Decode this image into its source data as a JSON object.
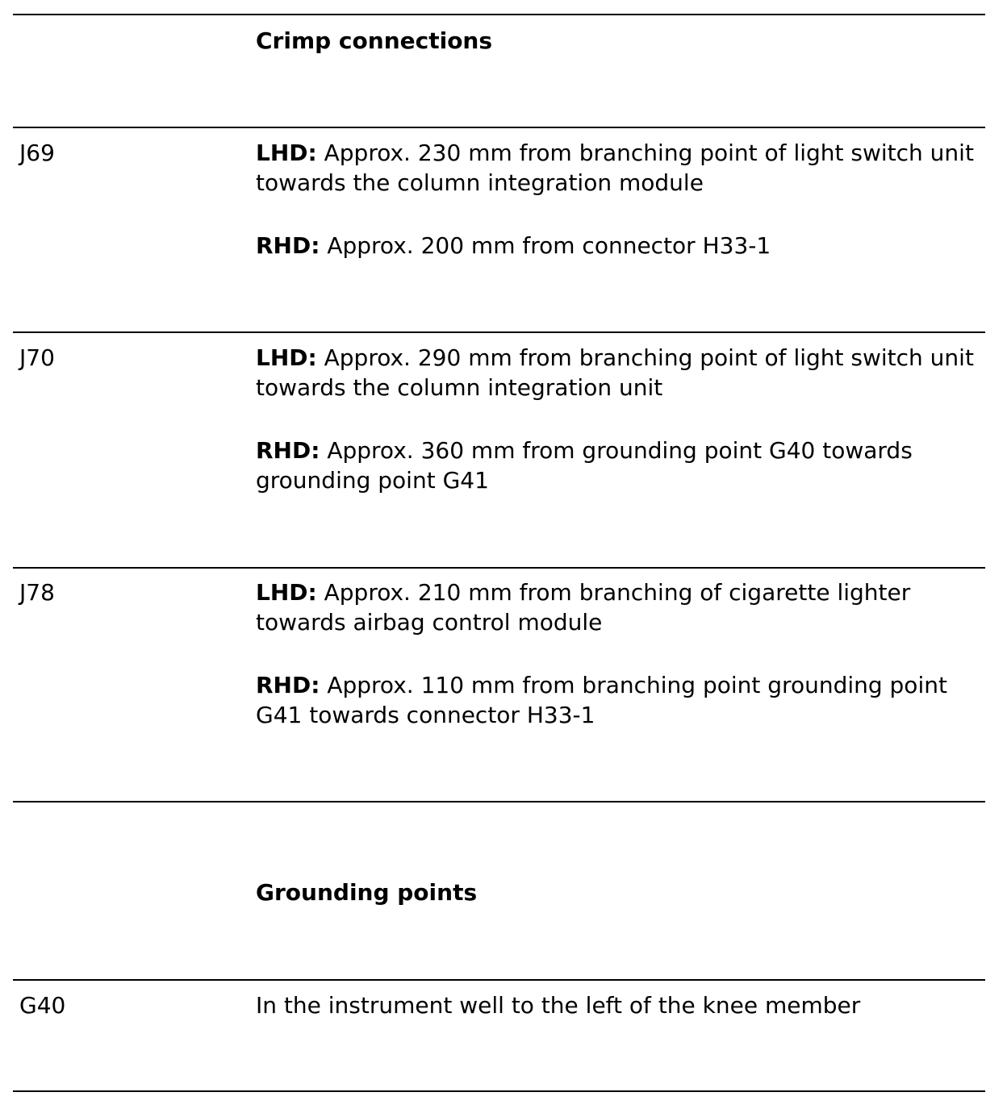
{
  "sections": [
    {
      "heading": "Crimp connections",
      "rows": [
        {
          "code": "J69",
          "entries": [
            {
              "label": "LHD:",
              "text": " Approx. 230 mm from branching point of light switch unit towards the column integration module"
            },
            {
              "label": "RHD:",
              "text": " Approx. 200 mm from connector H33-1"
            }
          ]
        },
        {
          "code": "J70",
          "entries": [
            {
              "label": "LHD:",
              "text": " Approx. 290 mm from branching point of light switch unit towards the column integration unit"
            },
            {
              "label": "RHD:",
              "text": " Approx. 360 mm from grounding point G40 towards grounding point G41"
            }
          ]
        },
        {
          "code": "J78",
          "entries": [
            {
              "label": "LHD:",
              "text": " Approx. 210 mm from branching of cigarette lighter towards airbag control module"
            },
            {
              "label": "RHD:",
              "text": " Approx. 110 mm from branching point grounding point G41 towards connector H33-1"
            }
          ]
        }
      ]
    },
    {
      "heading": "Grounding points",
      "rows": [
        {
          "code": "G40",
          "text": "In the instrument well to the left of the knee member"
        }
      ]
    }
  ]
}
